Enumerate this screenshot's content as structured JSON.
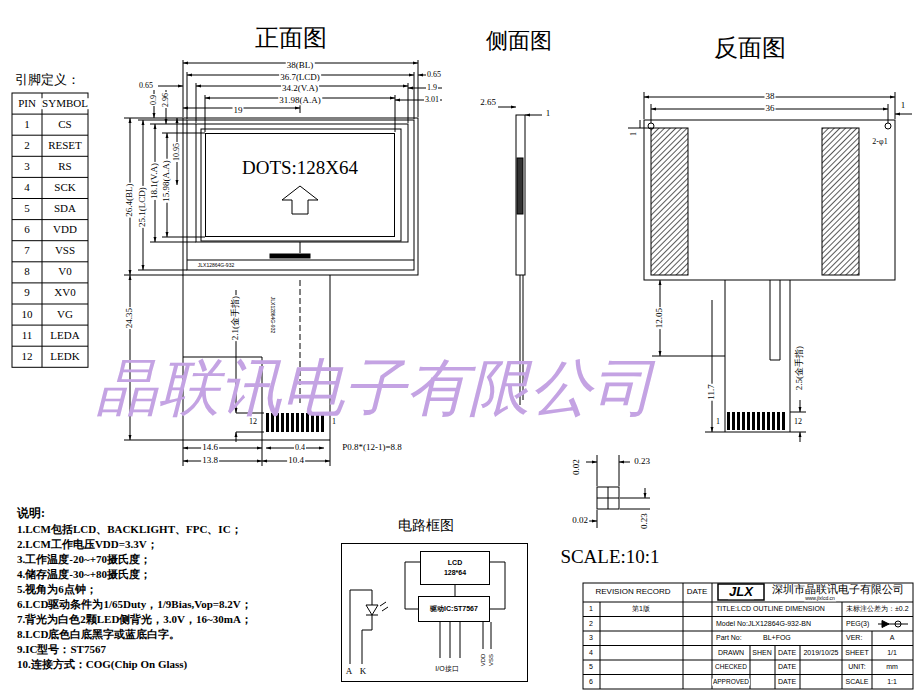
{
  "diagram": {
    "nodes": [
      {
        "text": [
          "DOTS:128X64"
        ]
      },
      {
        "text": [
          "电路框图"
        ]
      },
      {
        "text": [
          "LCD",
          "128*64"
        ],
        "in": 1
      },
      {
        "text": [
          "驱动IC:ST7567"
        ],
        "in": 1
      }
    ],
    "edges": [
      {
        "from": 2,
        "to": 3,
        "arrow": "none"
      }
    ],
    "labels": [
      "正面图",
      "侧面图",
      "反面图",
      "引脚定义：",
      "PIN",
      "SYMBOL",
      "1",
      "CS",
      "2",
      "RESET",
      "3",
      "RS",
      "4",
      "SCK",
      "5",
      "SDA",
      "6",
      "VDD",
      "7",
      "VSS",
      "8",
      "V0",
      "9",
      "XV0",
      "10",
      "VG",
      "11",
      "LEDA",
      "12",
      "LEDK",
      "38(BL)",
      "36.7(LCD)",
      "0.65",
      "0.65",
      "34.2(V.A)",
      "1.9",
      "0.9",
      "2.96",
      "31.98(A.A)",
      "3.01",
      "19",
      "10.95",
      "26.4(BL)",
      "25.1(LCD)",
      "18.1(V.A)",
      "15.98(A.A)",
      "JLX12864G-932",
      "JLX12864G-932",
      "24.35",
      "2.1(金手指)",
      "12",
      "1",
      "0.4",
      "14.6",
      "P0.8*(12-1)=8.8",
      "13.8",
      "10.4",
      "2.65",
      "1",
      "38",
      "36",
      "1",
      "1",
      "2-φ1",
      "12.05",
      "11.7",
      "2.5(金手指)",
      "1",
      "12",
      "0.02",
      "0.23",
      "0.02",
      "0.23",
      "SCALE:10:1",
      "晶联讯电子有限公司",
      "说明:",
      "1.LCM包括LCD、BACKLIGHT、FPC、IC；",
      "2.LCM工作电压VDD=3.3V；",
      "3.工作温度-20~+70摄氏度；",
      "4.储存温度-30~+80摄氏度；",
      "5.视角为6点钟；",
      "6.LCD驱动条件为1/65Duty，1/9Bias,Vop=8.2V；",
      "7.背光为白色2颗LED侧背光，3.0V，16~30mA；",
      "8.LCD底色白底黑字或蓝底白字。",
      "9.IC型号：ST7567",
      "10.连接方式：COG(Chip On Glass)",
      "A",
      "K",
      "I/O接口",
      "VDD",
      "VSS",
      "REVISION RECORD",
      "DATE",
      "深圳市晶联讯电子有限公司",
      "JLX",
      "www.jlxlcd.cn",
      "1",
      "第1版",
      "TITLE:LCD OUTLINE DIMENSION",
      "未标注公差为：±0.2",
      "2",
      "Model No:JLX12864G-932-BN",
      "PEG(3)",
      "3",
      "Part No:",
      "BL+FOG",
      "VER:",
      "A",
      "4",
      "DRAWN",
      "SHEN",
      "DATE",
      "2019/10/25",
      "SHEET",
      "1/1",
      "5",
      "CHECKED",
      "DATE",
      "UNIT:",
      "mm",
      "6",
      "APPROVED",
      "DATE",
      "SCALE",
      "1:1"
    ]
  }
}
